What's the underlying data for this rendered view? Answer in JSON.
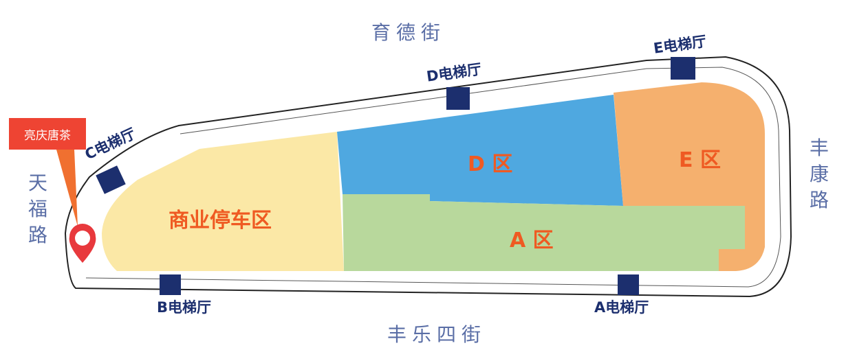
{
  "streets": {
    "north": "育德街",
    "south": "丰乐四街",
    "west": "天福路",
    "east": "丰康路"
  },
  "zones": {
    "commercial": "商业停车区",
    "a": "A 区",
    "d": "D 区",
    "e": "E 区"
  },
  "elevators": {
    "a": "A电梯厅",
    "b": "B电梯厅",
    "c": "C电梯厅",
    "d": "D电梯厅",
    "e": "E电梯厅"
  },
  "poi": {
    "name": "亮庆唐茶",
    "icon": "map-pin-icon"
  },
  "colors": {
    "commercial_zone": "#fbe8a6",
    "zone_a": "#b8d89c",
    "zone_d": "#4fa8e0",
    "zone_e": "#f5b06e",
    "elevator": "#1c2f6e",
    "street_text": "#5a6ea6",
    "zone_text": "#ef5a22",
    "callout": "#ee4433",
    "pin": "#e8393d"
  }
}
